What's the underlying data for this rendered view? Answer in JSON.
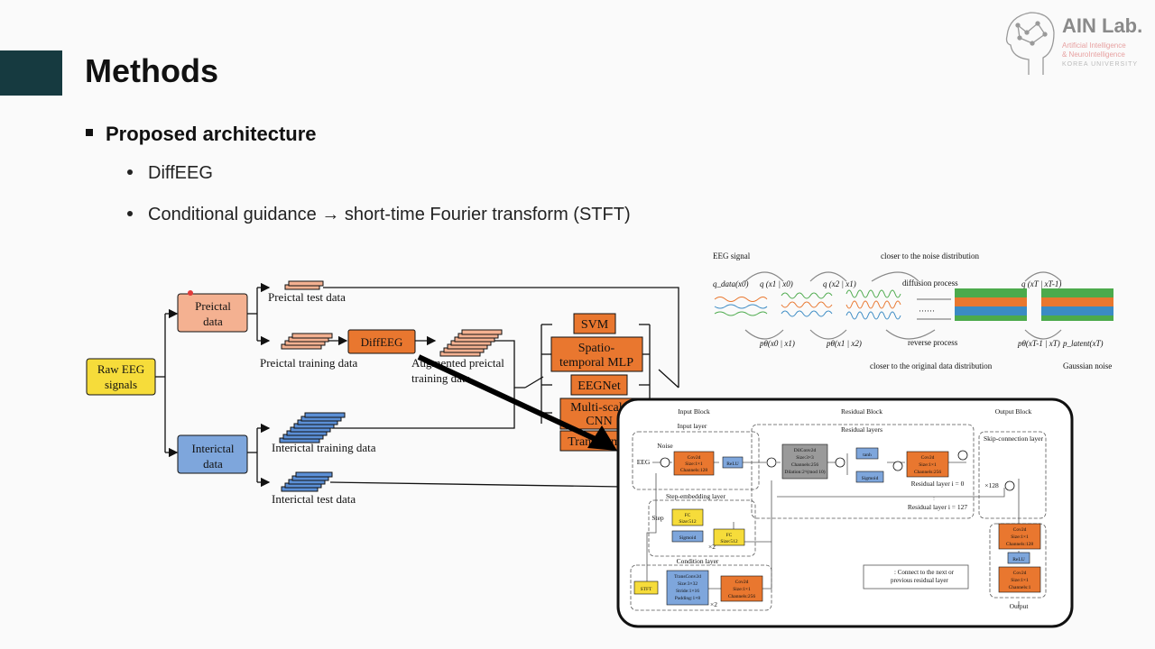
{
  "slide": {
    "title": "Methods"
  },
  "logo": {
    "name": "AIN Lab.",
    "sub1": "Artificial Intelligence",
    "sub2": "& NeuroIntelligence",
    "sub3": "KOREA UNIVERSITY"
  },
  "bullets": {
    "level1": "Proposed architecture",
    "items": [
      "DiffEEG",
      "Conditional guidance → short-time Fourier transform (STFT)"
    ]
  },
  "pipeline": {
    "raw": [
      "Raw EEG",
      "signals"
    ],
    "preictal": [
      "Preictal",
      "data"
    ],
    "interictal": [
      "Interictal",
      "data"
    ],
    "preictal_test": "Preictal test data",
    "preictal_training": "Preictal training data",
    "diffeeg": "DiffEEG",
    "augmented": [
      "Augmented preictal",
      "training data"
    ],
    "interictal_training": "Interictal training data",
    "interictal_test": "Interictal test data",
    "classifiers": [
      "SVM",
      "Spatio-",
      "temporal MLP",
      "EEGNet",
      "Multi-scale",
      "CNN",
      "Transformer"
    ]
  },
  "diffusion": {
    "eeg_signal": "EEG signal",
    "q_data": "q_data(x0)",
    "q1": "q (x1 | x0)",
    "q2": "q (x2 | x1)",
    "qT": "q (xT | xT-1)",
    "p1": "pθ(x0 | x1)",
    "p2": "pθ(x1 | x2)",
    "pT": "pθ(xT-1 | xT)",
    "p_latent": "p_latent(xT)",
    "closer_noise": "closer to the noise distribution",
    "closer_orig": "closer to the original data distribution",
    "diffusion_process": "diffusion process",
    "reverse_process": "reverse process",
    "dots": "······",
    "gaussian": "Gaussian noise"
  },
  "network": {
    "input_block": "Input Block",
    "residual_block": "Residual Block",
    "output_block": "Output Block",
    "input_layer": "Input layer",
    "residual_layers": "Residual layers",
    "skip_layer": "Skip-connection layer",
    "noise": "Noise",
    "eeg": "EEG",
    "conv_in": [
      "Cov2d",
      "Size:1×1",
      "Channels:128"
    ],
    "relu": "ReLU",
    "dilconv": [
      "DilConv2d",
      "Size:3×3",
      "Channels:256",
      "Dilation:2^(mod 10)"
    ],
    "tanh": "tanh",
    "sigmoid": "Sigmoid",
    "conv_res": [
      "Cov2d",
      "Size:1×1",
      "Channels:256"
    ],
    "res_layer_i": "Residual layer i = 0",
    "res_layer_last": "Residual layer i = 127",
    "dots": "⋮",
    "x128": "×128",
    "step_layer": "Step-embedding layer",
    "step": "Step",
    "fc1": [
      "FC",
      "Size:512"
    ],
    "sigmoid2": "Sigmoid",
    "fc2": [
      "FC",
      "Size:512"
    ],
    "x2": "×2",
    "condition_layer": "Condition layer",
    "stft": "STFT",
    "transconv": [
      "TransConv2d",
      "Size:3×32",
      "Stride:1×16",
      "Padding:1×8"
    ],
    "conv_cond": [
      "Cov2d",
      "Size:1×1",
      "Channels:256"
    ],
    "legend1": ": Connect to the next or",
    "legend2": "previous residual layer",
    "out_conv1": [
      "Cov2d",
      "Size:1×1",
      "Channels:128"
    ],
    "out_relu": "ReLU",
    "out_conv2": [
      "Cov2d",
      "Size:1×1",
      "Channels:1"
    ],
    "output": "Output"
  },
  "colors": {
    "accent": "#163a40",
    "orange": "#e9772f",
    "salmon": "#f4b191",
    "blue": "#7ea6dc",
    "yellow": "#f6dc3a",
    "gray": "#9a9a9a"
  }
}
